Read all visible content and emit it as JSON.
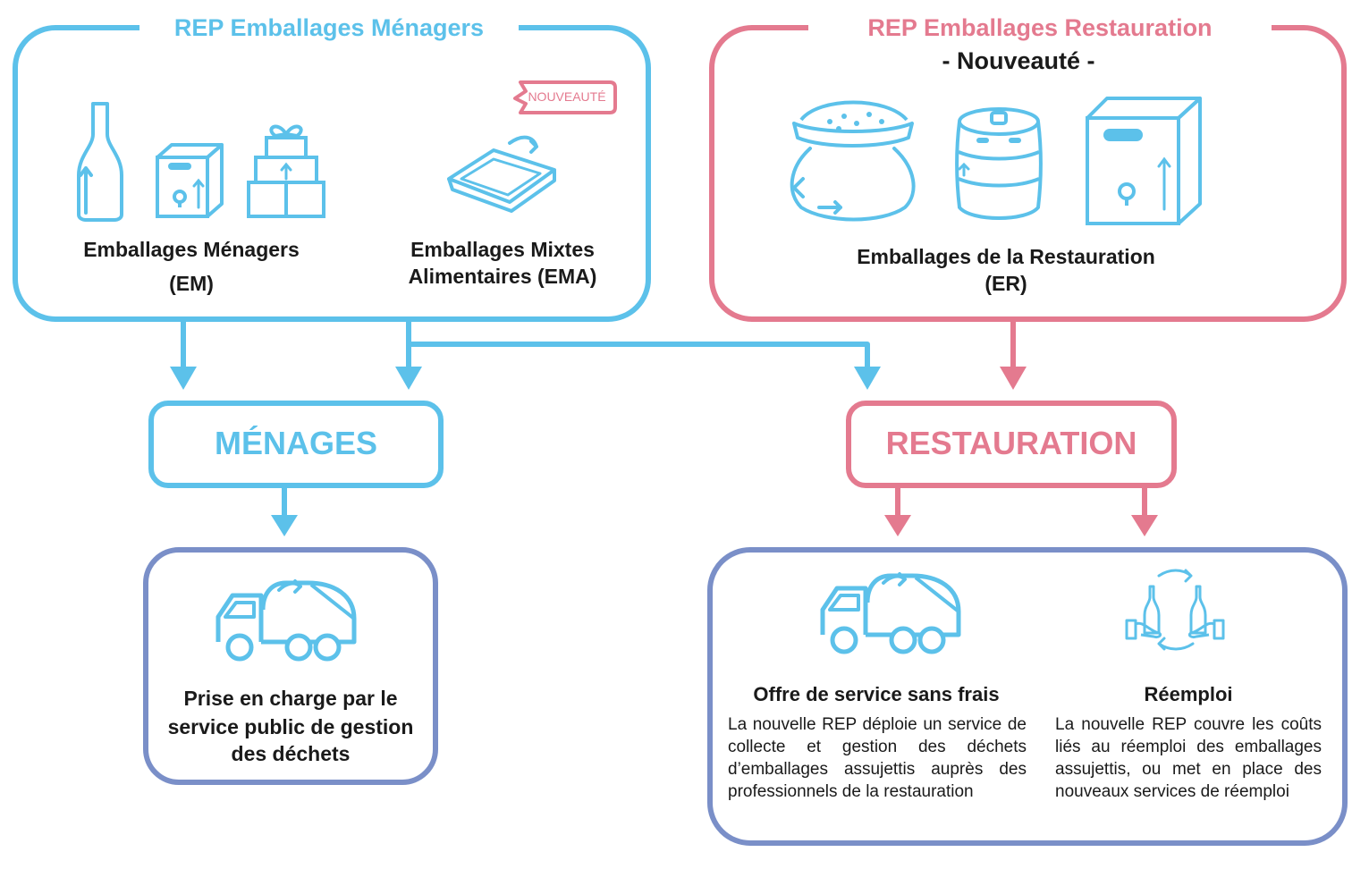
{
  "top_left": {
    "title": "REP Emballages Ménagers",
    "badge": "NOUVEAUTÉ",
    "em_label_1": "Emballages Ménagers",
    "em_label_2": "(EM)",
    "ema_label_1": "Emballages Mixtes",
    "ema_label_2": "Alimentaires (EMA)"
  },
  "top_right": {
    "title_1": "REP Emballages Restauration",
    "title_2": "- Nouveauté -",
    "er_label_1": "Emballages de la Restauration",
    "er_label_2": "(ER)"
  },
  "middle": {
    "menages": "MÉNAGES",
    "restauration": "RESTAURATION"
  },
  "bottom_left": {
    "line1": "Prise en charge par le",
    "line2": "service public de gestion",
    "line3": "des déchets"
  },
  "bottom_right": {
    "offre_title": "Offre de service sans frais",
    "offre_text": "La nouvelle REP déploie un service de collecte et gestion des déchets d’emballages assujettis auprès des professionnels de la restauration",
    "reemploi_title": "Réemploi",
    "reemploi_text": "La nouvelle REP couvre les coûts liés au réemploi des emballages assujettis, ou met en place des nouveaux services de réemploi"
  },
  "colors": {
    "cyan": "#5cc1ea",
    "pink": "#e47a8f",
    "purple": "#7a8fc8"
  },
  "icons": [
    "bottle-icon",
    "box-icon",
    "gift-boxes-icon",
    "tray-icon",
    "sack-icon",
    "keg-icon",
    "carton-icon",
    "garbage-truck-icon",
    "reuse-hands-icon"
  ]
}
